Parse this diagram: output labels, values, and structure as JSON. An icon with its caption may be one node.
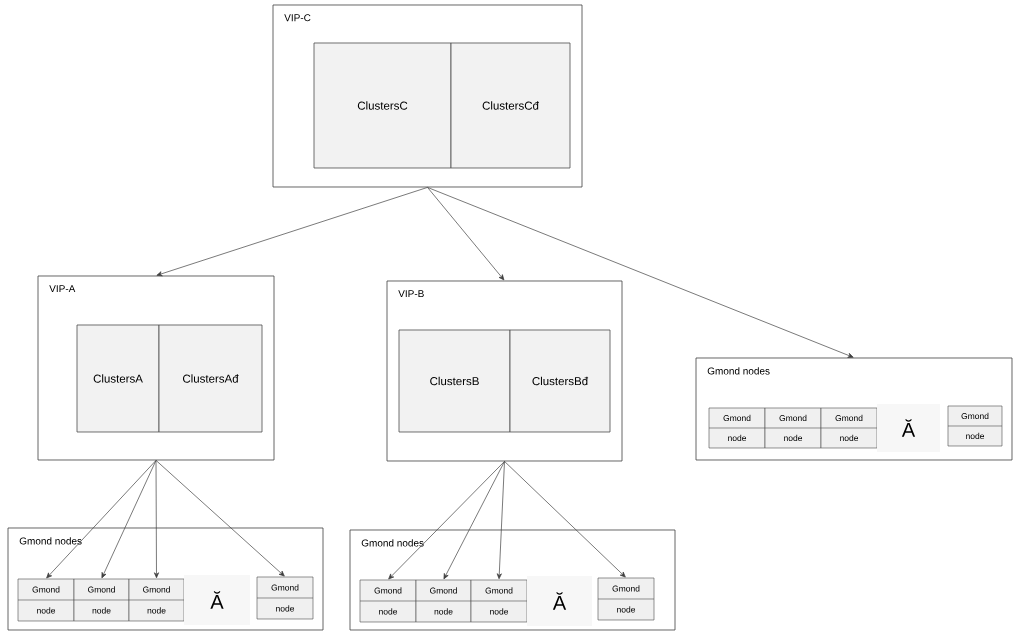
{
  "diagram": {
    "nodes": [
      {
        "text": [
          "VIP-C"
        ]
      },
      {
        "text": [
          "ClustersC"
        ],
        "in": 0
      },
      {
        "text": [
          "ClustersCđ"
        ],
        "in": 0
      },
      {
        "text": [
          "VIP-A"
        ]
      },
      {
        "text": [
          "ClustersA"
        ],
        "in": 3
      },
      {
        "text": [
          "ClustersAđ"
        ],
        "in": 3
      },
      {
        "text": [
          "VIP-B"
        ]
      },
      {
        "text": [
          "ClustersB"
        ],
        "in": 6
      },
      {
        "text": [
          "ClustersBđ"
        ],
        "in": 6
      },
      {
        "text": [
          "Gmond nodes"
        ]
      },
      {
        "text": [
          "Gmond",
          "node"
        ],
        "in": 9
      },
      {
        "text": [
          "Gmond",
          "node"
        ],
        "in": 9
      },
      {
        "text": [
          "Gmond",
          "node"
        ],
        "in": 9
      },
      {
        "text": [
          "Ă"
        ],
        "in": 9
      },
      {
        "text": [
          "Gmond",
          "node"
        ],
        "in": 9
      },
      {
        "text": [
          "Gmond nodes"
        ]
      },
      {
        "text": [
          "Gmond",
          "node"
        ],
        "in": 15
      },
      {
        "text": [
          "Gmond",
          "node"
        ],
        "in": 15
      },
      {
        "text": [
          "Gmond",
          "node"
        ],
        "in": 15
      },
      {
        "text": [
          "Ă"
        ],
        "in": 15
      },
      {
        "text": [
          "Gmond",
          "node"
        ],
        "in": 15
      },
      {
        "text": [
          "Gmond nodes"
        ]
      },
      {
        "text": [
          "Gmond",
          "node"
        ],
        "in": 21
      },
      {
        "text": [
          "Gmond",
          "node"
        ],
        "in": 21
      },
      {
        "text": [
          "Gmond",
          "node"
        ],
        "in": 21
      },
      {
        "text": [
          "Ă"
        ],
        "in": 21
      },
      {
        "text": [
          "Gmond",
          "node"
        ],
        "in": 21
      }
    ],
    "edges": [
      {
        "from": 0,
        "to": 3,
        "arrow": "to"
      },
      {
        "from": 0,
        "to": 6,
        "arrow": "to"
      },
      {
        "from": 0,
        "to": 9,
        "arrow": "to"
      },
      {
        "from": 3,
        "to": 16,
        "arrow": "to"
      },
      {
        "from": 3,
        "to": 17,
        "arrow": "to"
      },
      {
        "from": 3,
        "to": 18,
        "arrow": "to"
      },
      {
        "from": 3,
        "to": 20,
        "arrow": "to"
      },
      {
        "from": 6,
        "to": 22,
        "arrow": "to"
      },
      {
        "from": 6,
        "to": 23,
        "arrow": "to"
      },
      {
        "from": 6,
        "to": 24,
        "arrow": "to"
      },
      {
        "from": 6,
        "to": 26,
        "arrow": "to"
      }
    ]
  }
}
